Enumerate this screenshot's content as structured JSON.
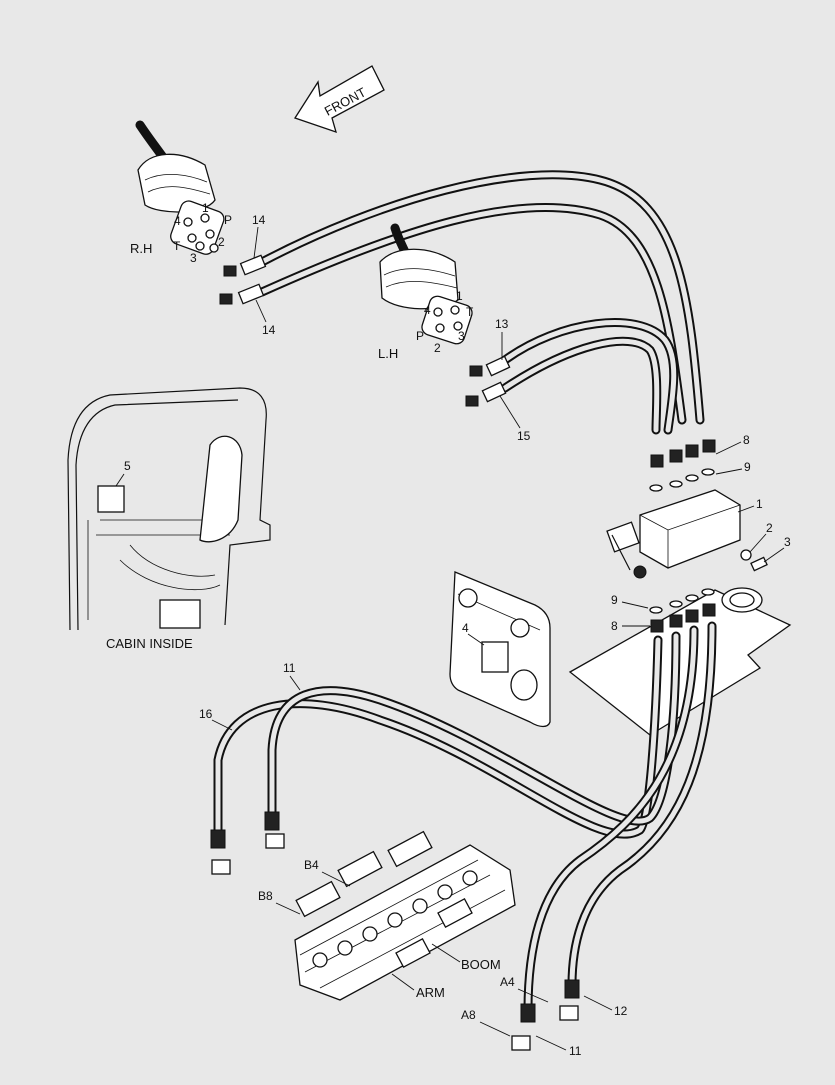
{
  "front_label": "FRONT",
  "rh_label": "R.H",
  "lh_label": "L.H",
  "cabin_label": "CABIN INSIDE",
  "boom_label": "BOOM",
  "arm_label": "ARM",
  "port_labels": {
    "rh_4": "4",
    "rh_p": "P",
    "rh_1": "1",
    "rh_t": "T",
    "rh_3": "3",
    "rh_2": "2",
    "lh_4": "4",
    "lh_1": "1",
    "lh_t": "T",
    "lh_p": "P",
    "lh_3": "3",
    "lh_2": "2",
    "b4": "B4",
    "b8": "B8",
    "a4": "A4",
    "a8": "A8"
  },
  "callouts": {
    "c14a": "14",
    "c14b": "14",
    "c13": "13",
    "c15": "15",
    "c8a": "8",
    "c9a": "9",
    "c1": "1",
    "c2": "2",
    "c3": "3",
    "c9b": "9",
    "c8b": "8",
    "c4": "4",
    "c5": "5",
    "c11a": "11",
    "c16": "16",
    "c12": "12",
    "c11b": "11"
  }
}
